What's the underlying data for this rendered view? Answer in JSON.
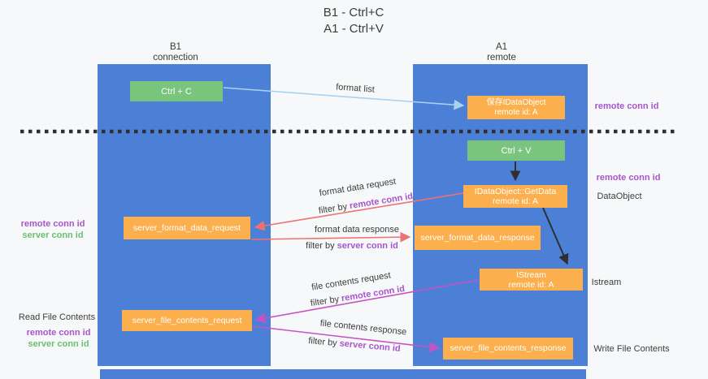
{
  "title": {
    "line1": "B1 - Ctrl+C",
    "line2": "A1 - Ctrl+V"
  },
  "lanes": {
    "left": {
      "name": "B1",
      "role": "connection"
    },
    "right": {
      "name": "A1",
      "role": "remote"
    }
  },
  "boxes": {
    "ctrl_c": {
      "label": "Ctrl + C"
    },
    "ctrl_v": {
      "label": "Ctrl + V"
    },
    "save_dataobject": {
      "line1": "保存IDataObject",
      "line2": "remote id: A"
    },
    "getdata": {
      "line1": "IDataObject::GetData",
      "line2": "remote id: A"
    },
    "istream": {
      "line1": "IStream",
      "line2": "remote id: A"
    },
    "server_format_data_request": {
      "label": "server_format_data_request"
    },
    "server_format_data_response": {
      "label": "server_format_data_response"
    },
    "server_file_contents_request": {
      "label": "server_file_contents_request"
    },
    "server_file_contents_response": {
      "label": "server_file_contents_response"
    }
  },
  "arrow_labels": {
    "format_list": "format list",
    "format_data_request": "format data request",
    "format_data_response": "format data response",
    "file_contents_request": "file contents request",
    "file_contents_response": "file contents response",
    "filter_by": "filter by ",
    "remote_conn_id": "remote conn id",
    "server_conn_id": "server conn id"
  },
  "side_labels": {
    "remote_conn_id": "remote conn id",
    "server_conn_id": "server conn id",
    "dataobject": "DataObject",
    "istream": "Istream",
    "read_file_contents": "Read File Contents",
    "write_file_contents": "Write File Contents"
  },
  "colors": {
    "background": "#f7f8f9",
    "column_blue": "#4c80d6",
    "box_orange": "#fbaf4d",
    "box_green": "#79c57e",
    "arrow_lightblue": "#a8d2f0",
    "arrow_salmon": "#ee7173",
    "arrow_magenta": "#c653c6",
    "arrow_black": "#2f2f2f",
    "text_purple": "#a855cc",
    "text_green": "#6abf70"
  }
}
